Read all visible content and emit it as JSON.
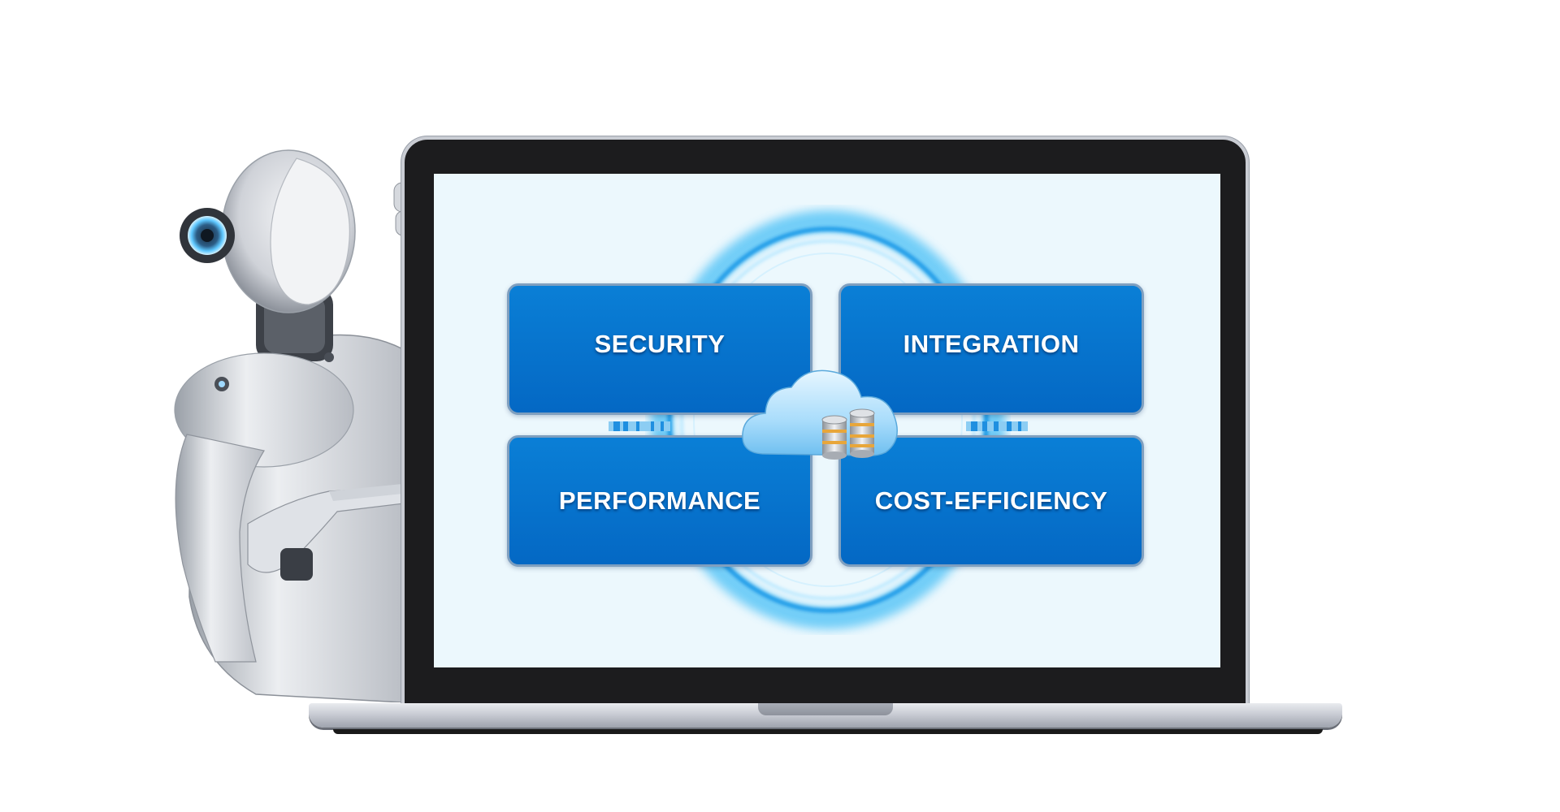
{
  "scene": {
    "tiles": {
      "top_left": "SECURITY",
      "top_right": "INTEGRATION",
      "bottom_left": "PERFORMANCE",
      "bottom_right": "COST-EFFICIENCY"
    }
  },
  "colors": {
    "tile_blue": "#0672cc",
    "tile_border": "#7f9fbf",
    "screen_bg": "#ecf8fd",
    "glow": "#2aa8f0",
    "bezel": "#1c1c1e"
  }
}
